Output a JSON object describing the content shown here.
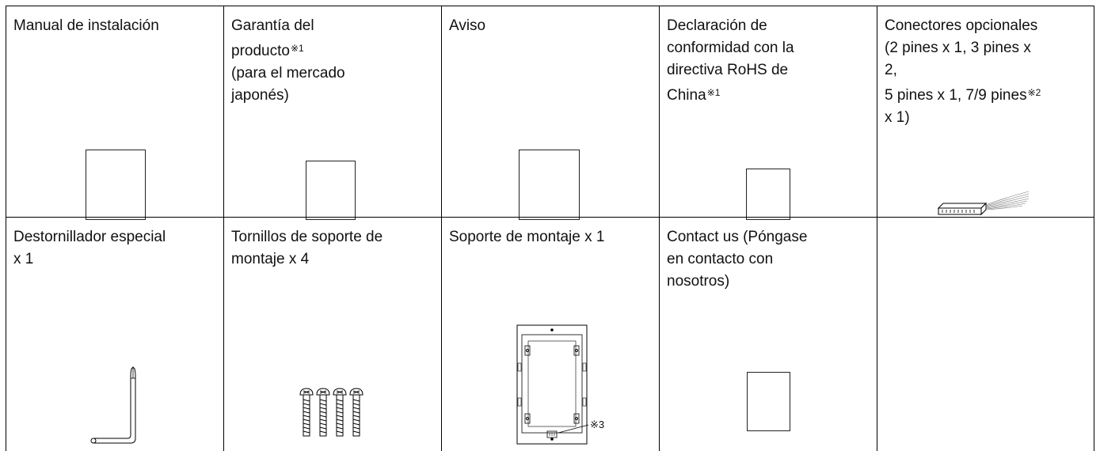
{
  "rows": [
    [
      {
        "lines": [
          "Manual de instalación"
        ],
        "mark": ""
      },
      {
        "lines": [
          "Garantía del",
          "producto"
        ],
        "mark": "※1",
        "after": [
          "(para el mercado",
          "japonés)"
        ]
      },
      {
        "lines": [
          "Aviso"
        ],
        "mark": ""
      },
      {
        "lines": [
          "Declaración de",
          "conformidad con la",
          "directiva RoHS de",
          "China"
        ],
        "mark": "※1"
      },
      {
        "lines": [
          "Conectores opcionales",
          "(2 pines x 1, 3 pines x",
          "2,",
          "5 pines x 1, 7/9 pines"
        ],
        "mark": "※2",
        "after": [
          "x 1)"
        ]
      }
    ],
    [
      {
        "lines": [
          "Destornillador especial",
          "x 1"
        ],
        "mark": ""
      },
      {
        "lines": [
          "Tornillos de soporte de",
          "montaje x 4"
        ],
        "mark": ""
      },
      {
        "lines": [
          "Soporte de montaje x 1"
        ],
        "mark": ""
      },
      {
        "lines": [
          "Contact us (Póngase",
          "en contacto con",
          "nosotros)"
        ],
        "mark": ""
      },
      {
        "lines": [],
        "mark": ""
      }
    ]
  ],
  "bracket_note": "※3",
  "icons": {
    "installation_manual": "document-icon",
    "warranty": "document-icon",
    "notice": "document-icon",
    "rohs": "document-icon",
    "connector": "connector-icon",
    "screwdriver": "l-screwdriver-icon",
    "screws": "screws-icon",
    "bracket": "mounting-bracket-icon",
    "contact": "document-icon"
  }
}
